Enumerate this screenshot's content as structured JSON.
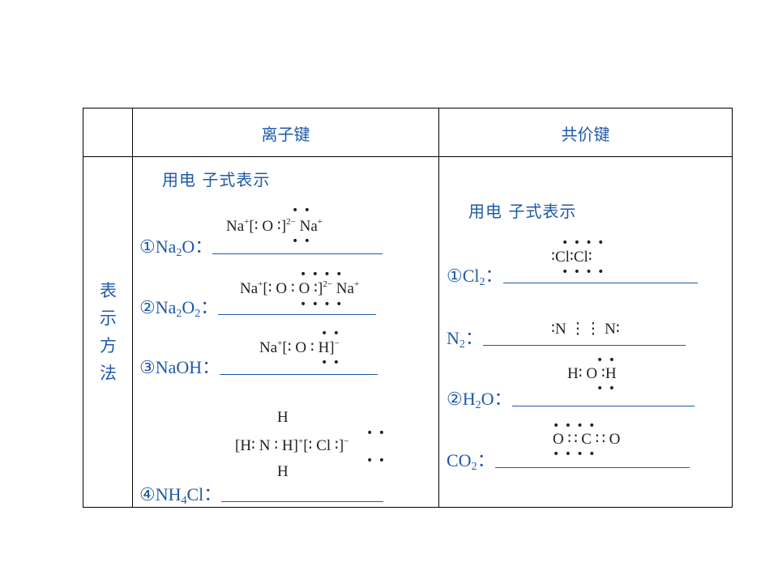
{
  "table": {
    "header_left": "离子键",
    "header_right": "共价键",
    "row_label": [
      "表",
      "示",
      "方",
      "法"
    ]
  },
  "ionic": {
    "subtitle": "用电 子式表示",
    "items": [
      {
        "label_pre": "①Na",
        "sub1": "2",
        "label_mid": "O",
        "sub2": "",
        "label_post": "",
        "colon": "："
      },
      {
        "label_pre": "②Na",
        "sub1": "2",
        "label_mid": "O",
        "sub2": "2",
        "label_post": "",
        "colon": "："
      },
      {
        "label_pre": "③NaOH",
        "sub1": "",
        "label_mid": "",
        "sub2": "",
        "label_post": "",
        "colon": "："
      },
      {
        "label_pre": "④NH",
        "sub1": "4",
        "label_mid": "Cl",
        "sub2": "",
        "label_post": "",
        "colon": "："
      }
    ],
    "formulas": {
      "na2o": "Na⁺[∶ O ∶]²⁻ Na⁺",
      "na2o2": "Na⁺[∶ O ∶ O ∶]²⁻ Na⁺",
      "naoh": "Na⁺[∶ O ∶ H]⁻",
      "nh4cl_top": "H",
      "nh4cl_mid": "[H∶ N ∶ H]⁺[∶ Cl ∶]⁻",
      "nh4cl_bot": "H"
    }
  },
  "covalent": {
    "subtitle": "用电 子式表示",
    "items": [
      {
        "label_pre": "①Cl",
        "sub1": "2",
        "label_mid": "",
        "colon": "："
      },
      {
        "label_pre": "N",
        "sub1": "2",
        "label_mid": "",
        "colon": "："
      },
      {
        "label_pre": "②H",
        "sub1": "2",
        "label_mid": "O",
        "colon": "："
      },
      {
        "label_pre": "CO",
        "sub1": "2",
        "label_mid": "",
        "colon": "："
      }
    ],
    "formulas": {
      "cl2": "∶Cl∶Cl∶",
      "n2": "∶N ⋮⋮ N∶",
      "h2o": "H∶ O ∶H",
      "co2": "O ∷ C ∷ O"
    }
  }
}
